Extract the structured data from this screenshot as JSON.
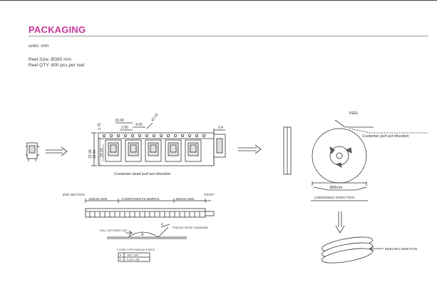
{
  "header": {
    "title": "PACKAGING"
  },
  "info": {
    "units": "units: mm",
    "reel_size": "Reel Size: Ø380 mm",
    "reel_qty": "Reel QTY: 800 pcs per reel"
  },
  "tape_drawing": {
    "dim_pitch": "16.00",
    "dim_hole_pitch": "4.00",
    "dim_hole_offset": "2.00",
    "dim_hole_dia": "ø1.55",
    "dim_edge": "1.75",
    "dim_width": "32.00",
    "dim_pocket_width": "28.40",
    "dim_pocket": "14.20",
    "dim_thickness": "0.4",
    "pull_caption": "Customer need pull out direction"
  },
  "section_drawing": {
    "end_section": "END SECTION",
    "start": "START",
    "seg_end": "160mm MIN.",
    "seg_components": "COMPONENTS 800PCS",
    "seg_start": "160mm MIN.",
    "pull_out": "PULL OUT DIRECTION",
    "peeling_speed": "PEELING SPEED 300MM/MIN",
    "angle_label": "A",
    "force_label": "F",
    "table_title": "COVER TYPE PEELING FORCE",
    "table_rows": [
      {
        "key": "A",
        "value": "165°~180°"
      },
      {
        "key": "F",
        "value": "0.1N~1.3N"
      }
    ]
  },
  "reel_drawing": {
    "reel_label": "REEL",
    "pull_caption": "Customer pull out direction",
    "diameter": "380mm",
    "unwinding": "UNWINDING DIRECTION",
    "reeling": "REELING DIRETION"
  }
}
